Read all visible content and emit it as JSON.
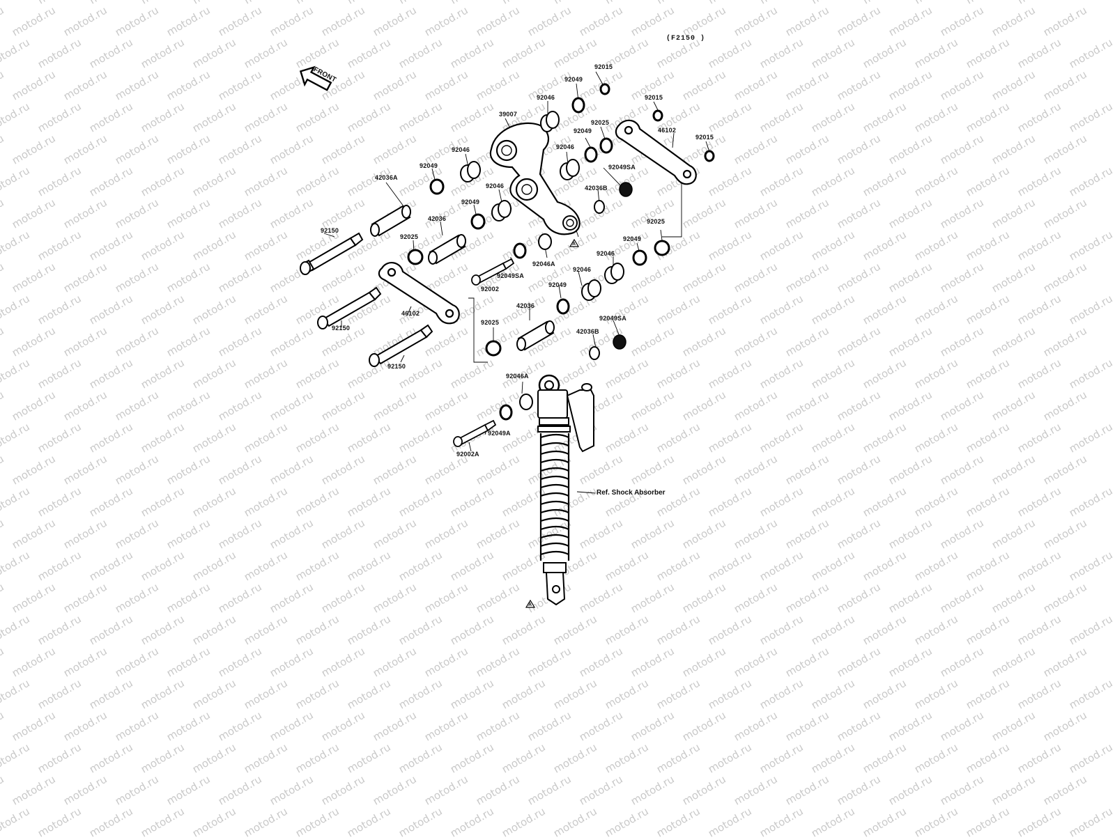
{
  "diagram": {
    "code": "(F2150 )",
    "front_label": "FRONT",
    "ref_label": "Ref. Shock Absorber",
    "marker": "A",
    "watermark": "motod.ru",
    "parts": {
      "p1": "92015",
      "p2": "92049",
      "p3": "92046",
      "p4": "39007",
      "p5": "92015",
      "p6": "92025",
      "p7": "92049",
      "p8": "46102",
      "p9": "92015",
      "p10": "92046",
      "p11": "92046",
      "p12": "92049",
      "p13": "92049SA",
      "p14": "42036B",
      "p15": "42036A",
      "p16": "92046",
      "p17": "92049",
      "p18": "42036",
      "p19": "92025",
      "p20": "92150",
      "p21": "92049SA",
      "p22": "92046A",
      "p23": "92002",
      "p24": "92049",
      "p25": "92025",
      "p26": "92046",
      "p27": "92046",
      "p28": "92049",
      "p29": "42036",
      "p30": "46102",
      "p31": "92150",
      "p32": "92025",
      "p33": "92049SA",
      "p34": "42036B",
      "p35": "92150",
      "p36": "92046A",
      "p37": "92049A",
      "p38": "92002A"
    }
  }
}
